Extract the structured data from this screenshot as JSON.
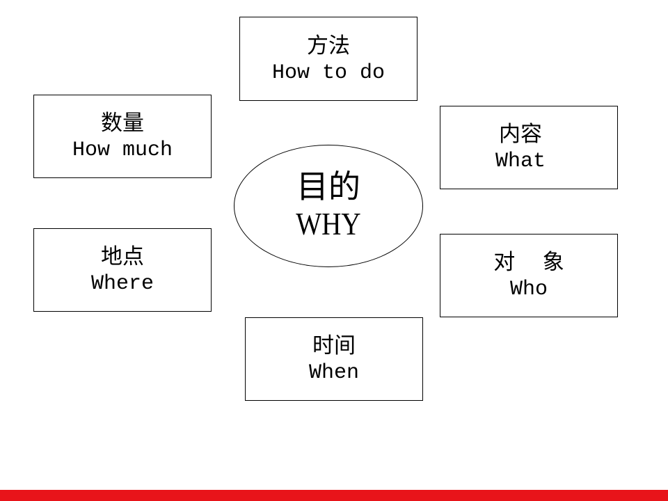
{
  "diagram": {
    "center": {
      "zh": "目的",
      "en": "WHY"
    },
    "nodes": {
      "method": {
        "zh": "方法",
        "en": "How to do"
      },
      "quantity": {
        "zh": "数量",
        "en": "How much"
      },
      "content": {
        "zh": "内容",
        "en": "What"
      },
      "place": {
        "zh": "地点",
        "en": "Where"
      },
      "target": {
        "zh": "对    象",
        "en": "Who"
      },
      "time": {
        "zh": "时间",
        "en": "When"
      }
    }
  },
  "colors": {
    "background": "#ffffff",
    "border": "#000000",
    "bottom_bar": "#e8141a"
  }
}
